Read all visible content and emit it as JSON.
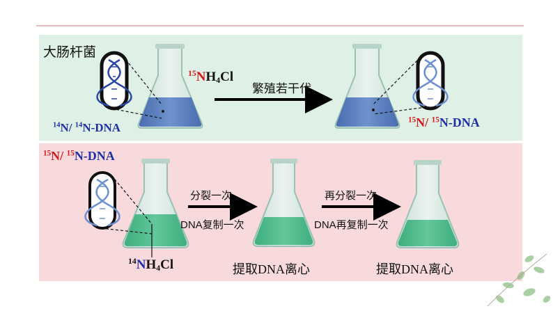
{
  "title": "大肠杆菌",
  "top": {
    "left_label": {
      "n1": "14",
      "sep": "N/ ",
      "n2": "14",
      "suffix": "N-DNA"
    },
    "medium": {
      "iso": "15",
      "n": "N",
      "h": "H",
      "sub": "4",
      "cl": "Cl"
    },
    "arrow_label": "繁殖若干代",
    "right_label": {
      "n1": "15",
      "sep": "N/ ",
      "n2": "15",
      "suffix": "N-DNA"
    }
  },
  "bottom": {
    "left_label": {
      "n1": "15",
      "sep": "N/ ",
      "n2": "15",
      "suffix": "N-DNA"
    },
    "medium": {
      "iso": "14",
      "n": "N",
      "h": "H",
      "sub": "4",
      "cl": "Cl"
    },
    "arrow1": {
      "top": "分裂一次",
      "bottom": "DNA复制一次"
    },
    "arrow2": {
      "top": "再分裂一次",
      "bottom": "DNA再复制一次"
    },
    "extract1": "提取DNA离心",
    "extract2": "提取DNA离心"
  },
  "colors": {
    "top_panel": "#dff0e6",
    "bottom_panel": "#f8dadd",
    "blue_medium": "#5b7fbd",
    "green_medium": "#4cb98a",
    "label_red": "#d41a1a",
    "label_blue": "#1f2fa8"
  }
}
